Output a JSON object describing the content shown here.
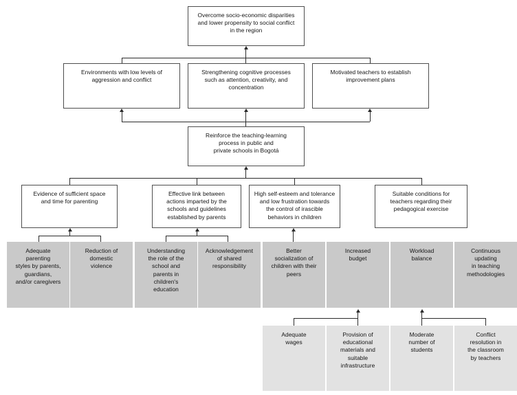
{
  "diagram": {
    "title": "Objectives tree diagram for reinforcing the teaching-learning process in Bogota schools",
    "colors": {
      "outline_fill": "#ffffff",
      "outline_border": "#4d4d4d",
      "shaded_fill": "#c9c9c9",
      "shaded_light_fill": "#e2e2e2",
      "connector": "#2b2b2b",
      "text": "#141414"
    },
    "levels": {
      "goal": {
        "node": {
          "id": "goal",
          "text": "Overcome socio-economic disparities\nand lower propensity to social conflict\nin the region",
          "style": "outline"
        }
      },
      "ends": {
        "label": "ends",
        "nodes": [
          {
            "id": "end-1",
            "text": "Environments with low levels of\naggression and conflict",
            "style": "outline"
          },
          {
            "id": "end-2",
            "text": "Strengthening cognitive processes\nsuch as attention, creativity, and\nconcentration",
            "style": "outline"
          },
          {
            "id": "end-3",
            "text": "Motivated teachers to establish\nimprovement plans",
            "style": "outline"
          }
        ]
      },
      "purpose": {
        "node": {
          "id": "purpose",
          "text": "Reinforce the teaching-learning\nprocess in public and\nprivate schools in Bogotá",
          "style": "outline"
        }
      },
      "components": {
        "label": "components",
        "nodes": [
          {
            "id": "component-1",
            "text": "Evidence of sufficient space\nand time for parenting",
            "style": "outline"
          },
          {
            "id": "component-2",
            "text": "Effective link between\nactions imparted by the\nschools and guidelines\nestablished by parents",
            "style": "outline"
          },
          {
            "id": "component-3",
            "text": "High self-esteem and tolerance\nand low frustration towards\nthe control of irascible\nbehaviors in children",
            "style": "outline"
          },
          {
            "id": "component-4",
            "text": "Suitable conditions for\nteachers regarding their\npedagogical exercise",
            "style": "outline"
          }
        ]
      },
      "means": {
        "label": "means",
        "nodes": [
          {
            "id": "mean-1",
            "text": "Adequate\nparenting\nstyles by parents,\nguardians,\nand/or caregivers",
            "style": "shaded"
          },
          {
            "id": "mean-2",
            "text": "Reduction of\ndomestic\nviolence",
            "style": "shaded"
          },
          {
            "id": "mean-3",
            "text": "Understanding\nthe role of the\nschool and\nparents in\nchildren's\neducation",
            "style": "shaded"
          },
          {
            "id": "mean-4",
            "text": "Acknowledgement\nof shared\nresponsibility",
            "style": "shaded"
          },
          {
            "id": "mean-5",
            "text": "Better\nsocialization of\nchildren with their\npeers",
            "style": "shaded"
          },
          {
            "id": "mean-6",
            "text": "Increased\nbudget",
            "style": "shaded"
          },
          {
            "id": "mean-7",
            "text": "Workload\nbalance",
            "style": "shaded"
          },
          {
            "id": "mean-8",
            "text": "Continuous\nupdating\nin teaching\nmethodologies",
            "style": "shaded"
          }
        ]
      },
      "sub_means": {
        "label": "sub-means",
        "nodes": [
          {
            "id": "submean-1",
            "text": "Adequate\nwages",
            "style": "shaded-light"
          },
          {
            "id": "submean-2",
            "text": "Provision of\neducational\nmaterials and\nsuitable\ninfrastructure",
            "style": "shaded-light"
          },
          {
            "id": "submean-3",
            "text": "Moderate\nnumber of\nstudents",
            "style": "shaded-light"
          },
          {
            "id": "submean-4",
            "text": "Conflict\nresolution in\nthe classroom\nby teachers",
            "style": "shaded-light"
          }
        ]
      }
    }
  }
}
